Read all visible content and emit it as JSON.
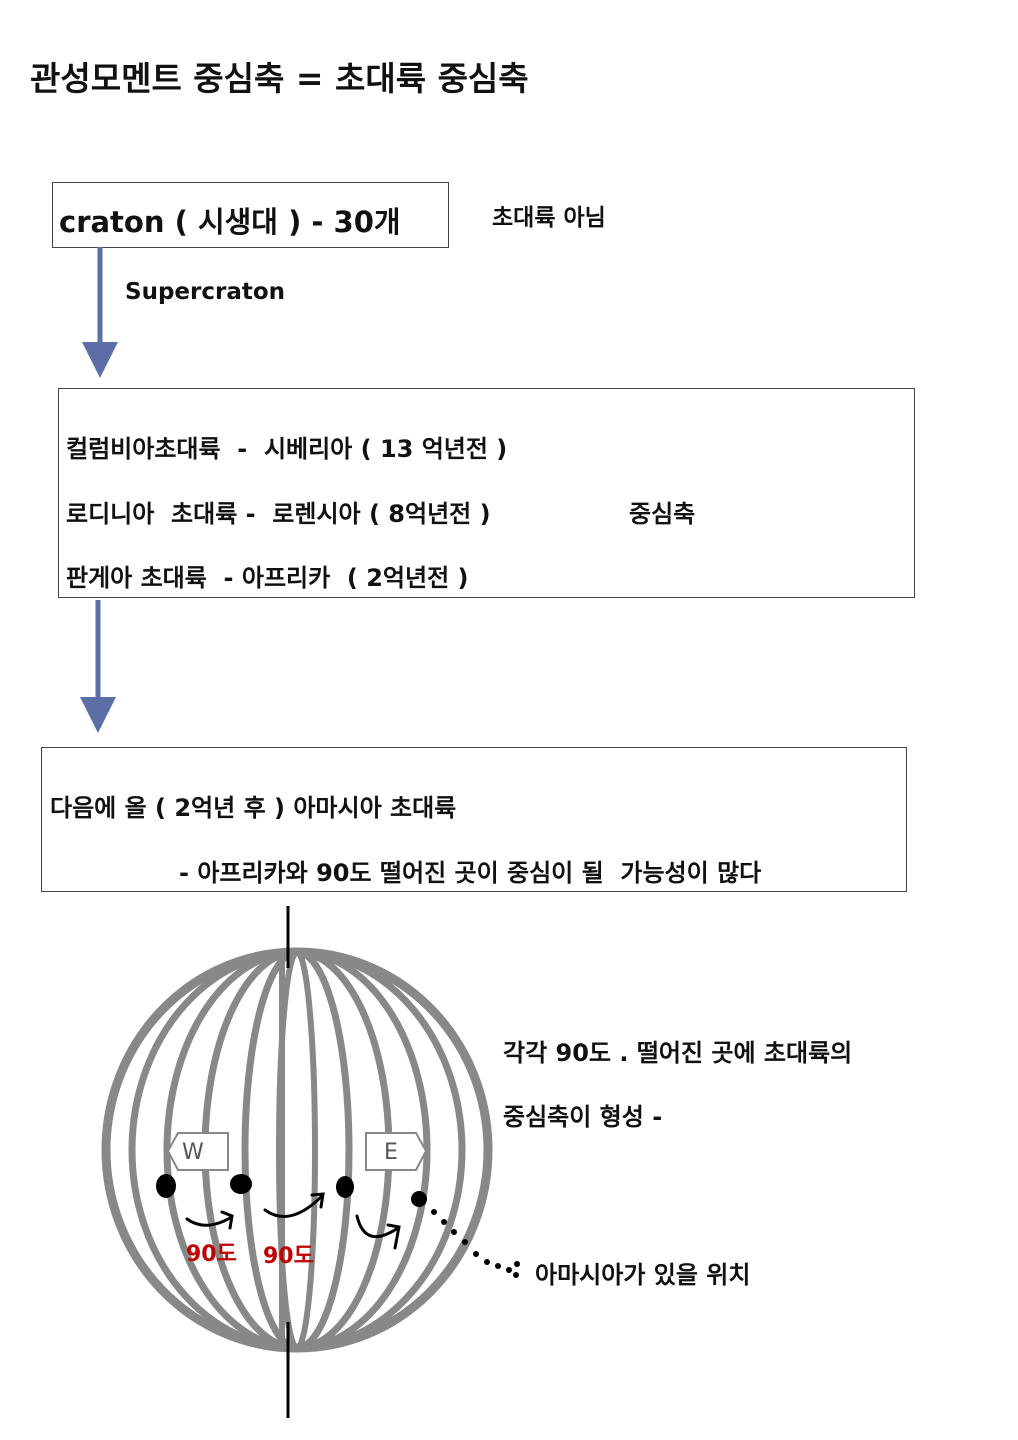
{
  "title": "관성모멘트 중심축 = 초대륙 중심축",
  "craton_box": "craton ( 시생대 ) - 30개",
  "not_supercontinent": "초대륙 아님",
  "supercraton_label": "Supercraton",
  "supercontinents": [
    "컬럼비아초대륙  -  시베리아 ( 13 억년전 )",
    "로디니아  초대륙 -  로렌시아 ( 8억년전 )",
    "판게아 초대륙  - 아프리카  ( 2억년전 )"
  ],
  "center_axis_label": "중심축",
  "next_box": {
    "line1": "다음에 올 ( 2억년 후 ) 아마시아 초대륙",
    "line2": "- 아프리카와 90도 떨어진 곳이 중심이 될  가능성이 많다"
  },
  "globe": {
    "west_label": "W",
    "east_label": "E",
    "angle_labels": [
      "90도",
      "90도"
    ],
    "angle_color": "#c00000",
    "meridian_color": "#888888"
  },
  "note_line1": "각각 90도 . 떨어진 곳에 초대륙의",
  "note_line2": "중심축이 형성 -",
  "amasia_position": "아마시아가 있을 위치",
  "arrow_color": "#5b6fa6"
}
